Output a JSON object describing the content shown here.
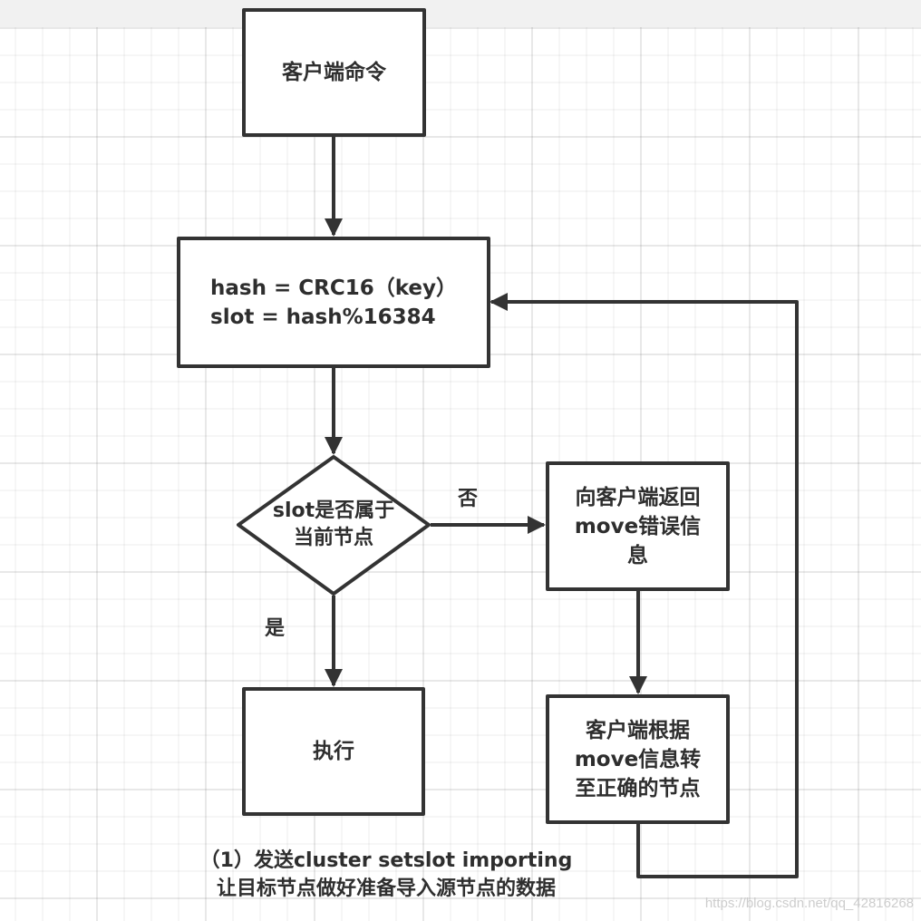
{
  "diagram": {
    "nodes": {
      "client_command": {
        "label": "客户端命令"
      },
      "hash_calc": {
        "label": "hash = CRC16（key）\n  slot = hash%16384"
      },
      "slot_check": {
        "label": "slot是否属于\n当前节点"
      },
      "execute": {
        "label": "执行"
      },
      "return_move": {
        "label": "向客户端返回\nmove错误信\n息"
      },
      "redirect": {
        "label": "客户端根据\nmove信息转\n至正确的节点"
      }
    },
    "edges": [
      {
        "from": "client_command",
        "to": "hash_calc",
        "label": ""
      },
      {
        "from": "hash_calc",
        "to": "slot_check",
        "label": ""
      },
      {
        "from": "slot_check",
        "to": "execute",
        "label": "是"
      },
      {
        "from": "slot_check",
        "to": "return_move",
        "label": "否"
      },
      {
        "from": "return_move",
        "to": "redirect",
        "label": ""
      },
      {
        "from": "redirect",
        "to": "hash_calc",
        "label": ""
      }
    ],
    "labels": {
      "yes": "是",
      "no": "否"
    },
    "caption": {
      "line1": "（1）发送cluster  setslot importing",
      "line2": "让目标节点做好准备导入源节点的数据"
    },
    "watermark": "https://blog.csdn.net/qq_42816268",
    "colors": {
      "stroke": "#333333",
      "text": "#2e2e2e",
      "grid": "#eeeeee",
      "band": "#f1f1f1"
    }
  }
}
